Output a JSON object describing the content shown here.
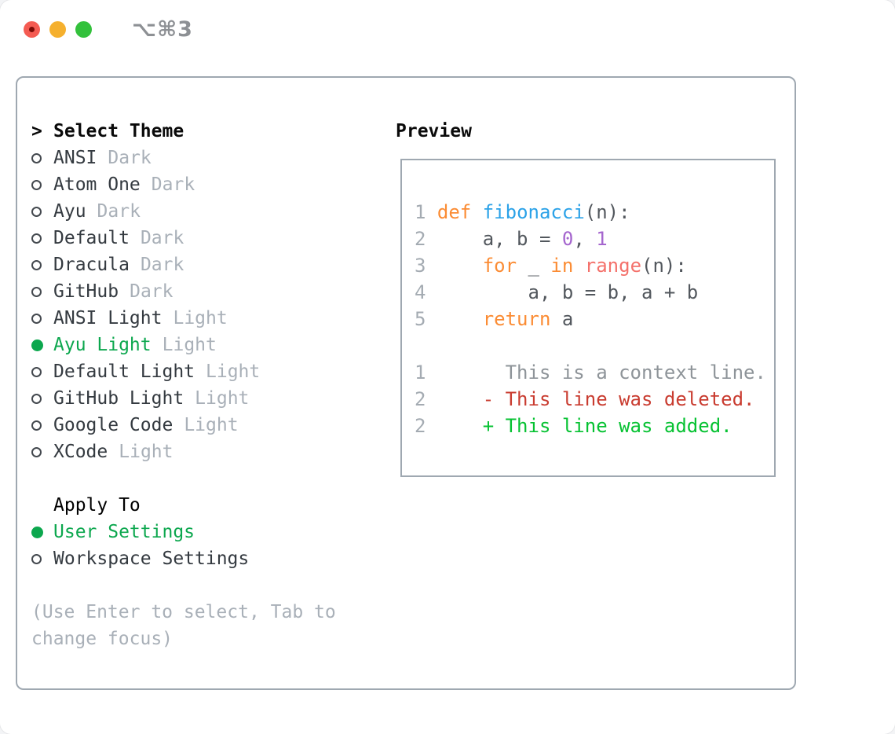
{
  "titlebar": {
    "shortcut": "⌥⌘3"
  },
  "theme_selector": {
    "header_marker": ">",
    "header": "Select Theme",
    "items": [
      {
        "name": "ANSI",
        "variant": "Dark",
        "selected": false
      },
      {
        "name": "Atom One",
        "variant": "Dark",
        "selected": false
      },
      {
        "name": "Ayu",
        "variant": "Dark",
        "selected": false
      },
      {
        "name": "Default",
        "variant": "Dark",
        "selected": false
      },
      {
        "name": "Dracula",
        "variant": "Dark",
        "selected": false
      },
      {
        "name": "GitHub",
        "variant": "Dark",
        "selected": false
      },
      {
        "name": "ANSI Light",
        "variant": "Light",
        "selected": false
      },
      {
        "name": "Ayu Light",
        "variant": "Light",
        "selected": true
      },
      {
        "name": "Default Light",
        "variant": "Light",
        "selected": false
      },
      {
        "name": "GitHub Light",
        "variant": "Light",
        "selected": false
      },
      {
        "name": "Google Code",
        "variant": "Light",
        "selected": false
      },
      {
        "name": "XCode",
        "variant": "Light",
        "selected": false
      }
    ]
  },
  "apply_to": {
    "header": "Apply To",
    "items": [
      {
        "name": "User Settings",
        "selected": true
      },
      {
        "name": "Workspace Settings",
        "selected": false
      }
    ]
  },
  "hint_lines": [
    "(Use Enter to select, Tab to",
    "change focus)"
  ],
  "preview": {
    "label": "Preview",
    "code_lines": [
      {
        "gutter": "1",
        "tokens": [
          {
            "text": "def",
            "type": "keyword"
          },
          {
            "text": " ",
            "type": "plain"
          },
          {
            "text": "fibonacci",
            "type": "function"
          },
          {
            "text": "(n):",
            "type": "plain"
          }
        ]
      },
      {
        "gutter": "2",
        "tokens": [
          {
            "text": "    a, b = ",
            "type": "plain"
          },
          {
            "text": "0",
            "type": "number"
          },
          {
            "text": ", ",
            "type": "plain"
          },
          {
            "text": "1",
            "type": "number"
          }
        ]
      },
      {
        "gutter": "3",
        "tokens": [
          {
            "text": "    ",
            "type": "plain"
          },
          {
            "text": "for",
            "type": "keyword"
          },
          {
            "text": " _ ",
            "type": "plain"
          },
          {
            "text": "in",
            "type": "keyword"
          },
          {
            "text": " ",
            "type": "plain"
          },
          {
            "text": "range",
            "type": "builtin"
          },
          {
            "text": "(n):",
            "type": "plain"
          }
        ]
      },
      {
        "gutter": "4",
        "tokens": [
          {
            "text": "        a, b = b, a + b",
            "type": "plain"
          }
        ]
      },
      {
        "gutter": "5",
        "tokens": [
          {
            "text": "    ",
            "type": "plain"
          },
          {
            "text": "return",
            "type": "keyword"
          },
          {
            "text": " a",
            "type": "plain"
          }
        ]
      },
      {
        "gutter": "",
        "tokens": []
      },
      {
        "gutter": "1",
        "tokens": [
          {
            "text": "      This is a context line.",
            "type": "context"
          }
        ]
      },
      {
        "gutter": "2",
        "tokens": [
          {
            "text": "    - This line was deleted.",
            "type": "deleted"
          }
        ]
      },
      {
        "gutter": "2",
        "tokens": [
          {
            "text": "    + This line was added.",
            "type": "added"
          }
        ]
      }
    ]
  },
  "colors": {
    "selection_green": "#0CA74E",
    "diff_added": "#06C232",
    "diff_deleted": "#C93C30",
    "diff_context": "#8E9499",
    "keyword_orange": "#FB8C34",
    "function_blue": "#2BA2E8",
    "builtin_pink": "#F4716B",
    "number_purple": "#A566CE",
    "traffic_red": "#F45B52",
    "traffic_yellow": "#F5B02E",
    "traffic_green": "#33C13C"
  }
}
